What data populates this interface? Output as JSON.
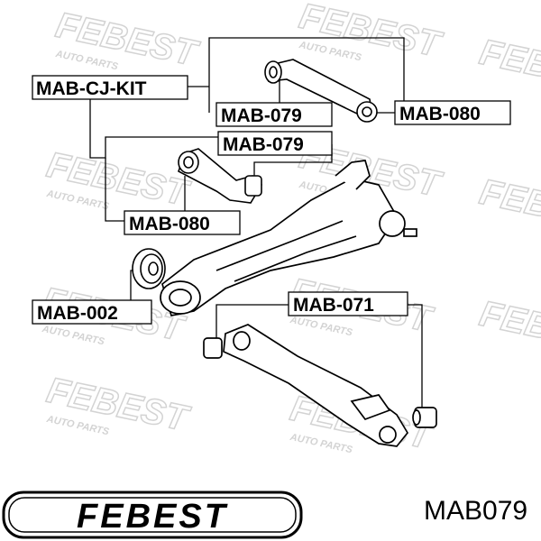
{
  "brand": {
    "logo_text": "FEBEST",
    "accent_color": "#000000"
  },
  "watermark": {
    "main": "FEBEST",
    "sub": "AUTO PARTS",
    "color": "#c9c9c9"
  },
  "labels": {
    "cj_kit": "MAB-CJ-KIT",
    "p079_top": "MAB-079",
    "p080_top": "MAB-080",
    "p079_mid": "MAB-079",
    "p080_mid": "MAB-080",
    "p002": "MAB-002",
    "p071": "MAB-071"
  },
  "footer": {
    "part_code": "MAB079"
  }
}
